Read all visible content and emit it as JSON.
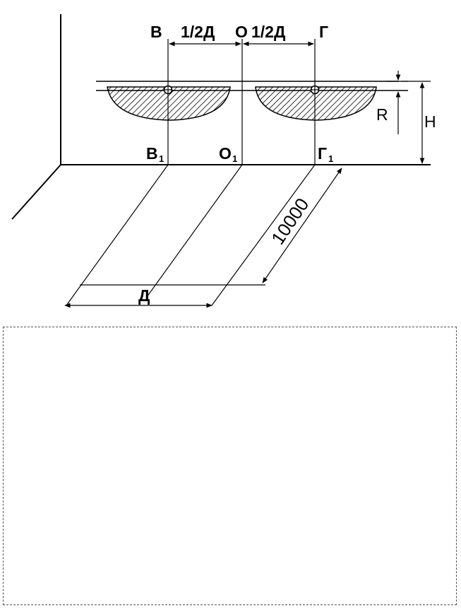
{
  "labels": {
    "point_v": "В",
    "point_o": "О",
    "point_g": "Г",
    "point_v1": "В",
    "point_o1": "О",
    "point_g1": "Г",
    "subscript": "1",
    "half_d_left": "1/2Д",
    "half_d_right": "1/2Д",
    "radius": "R",
    "height": "H",
    "distance": "10000",
    "diameter": "Д"
  }
}
